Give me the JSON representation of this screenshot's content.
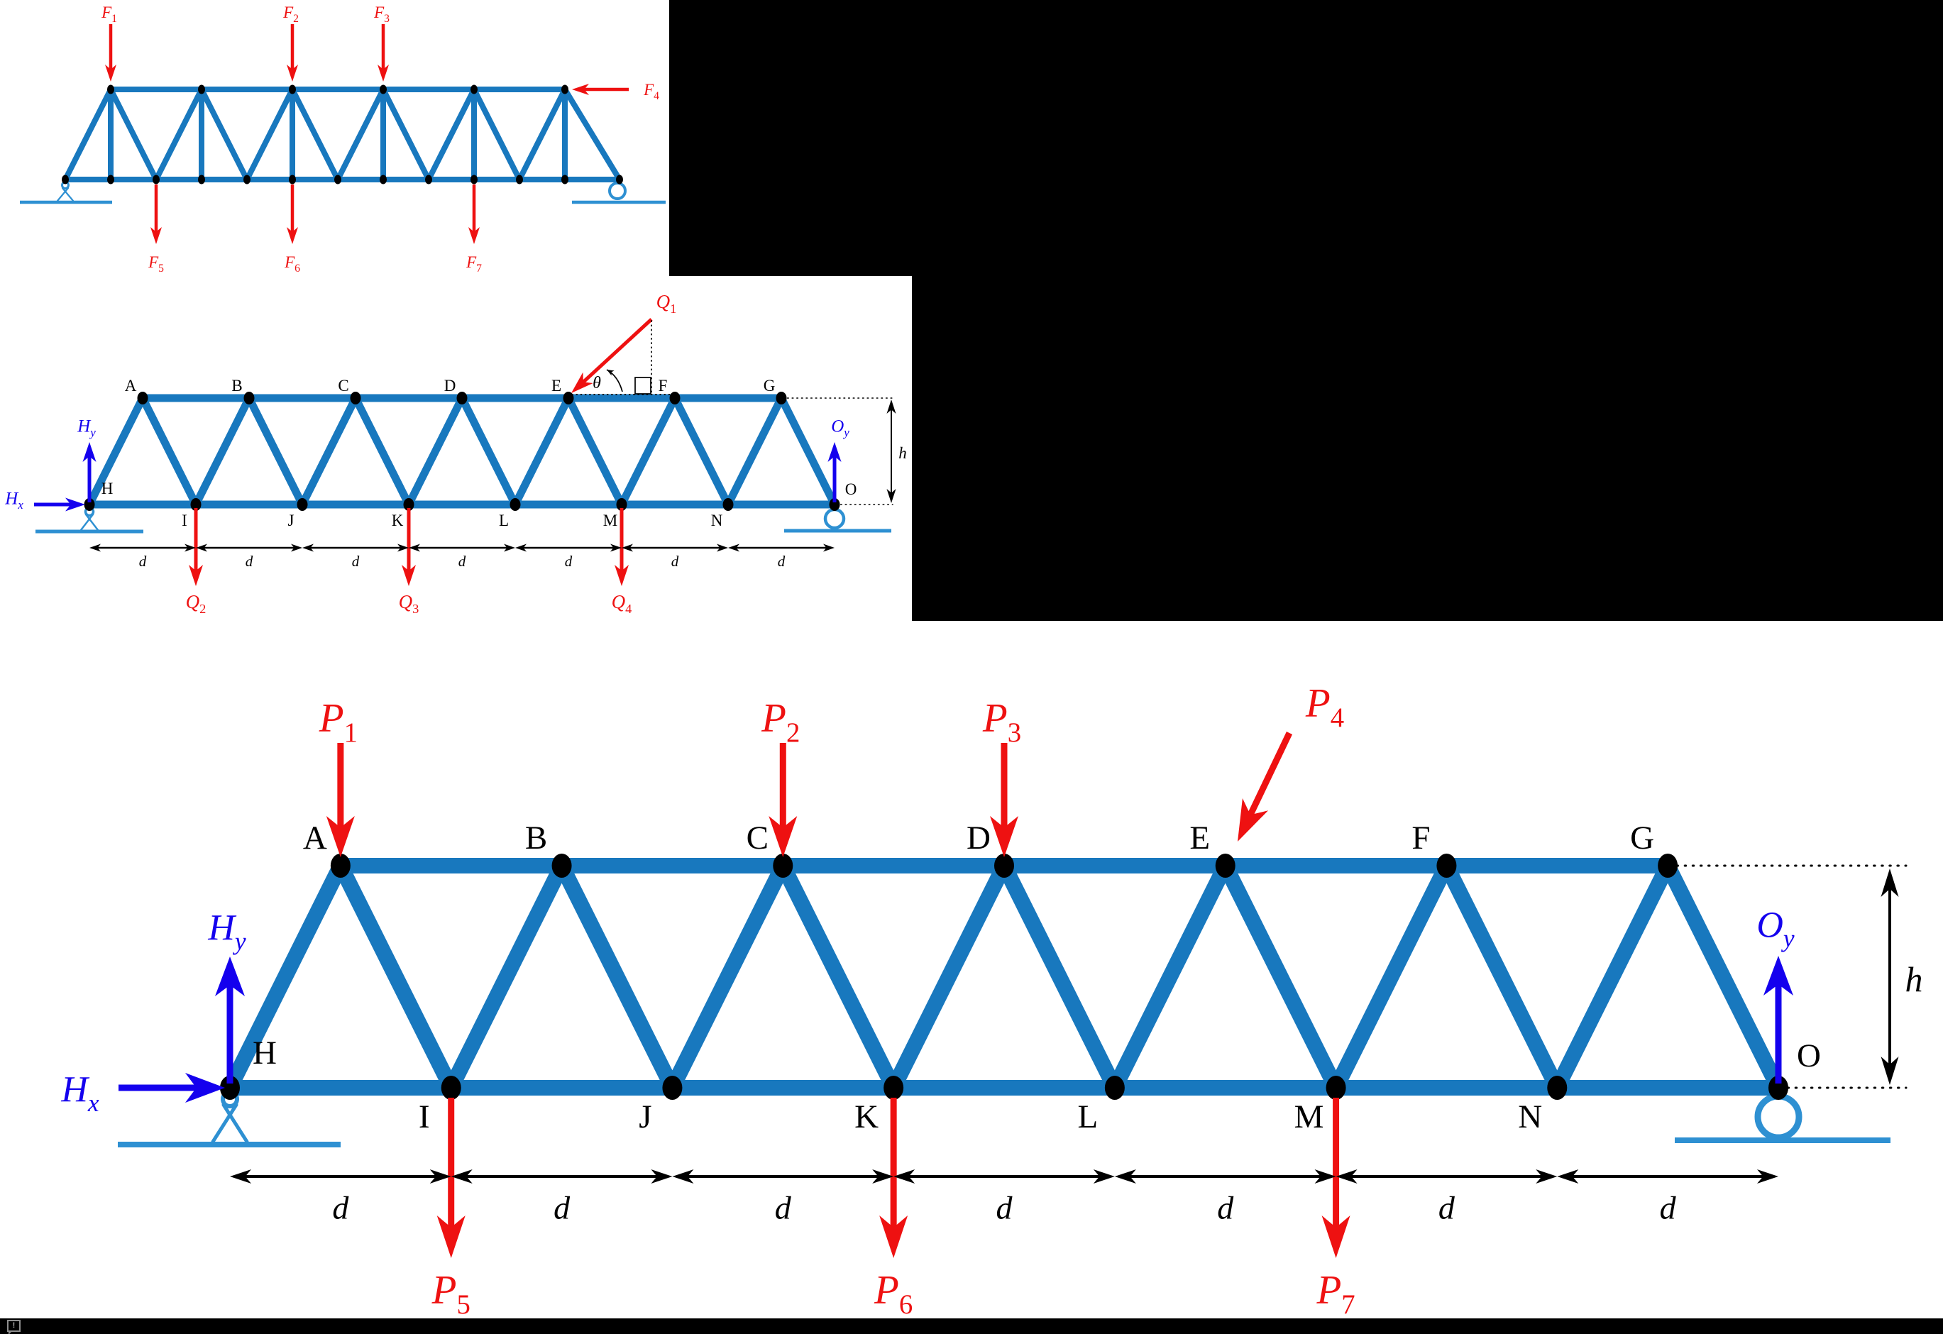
{
  "colors": {
    "truss": "#1878be",
    "support": "#2e90d2",
    "load": "#ee1111",
    "reaction": "#1400ee",
    "annotation": "#000000",
    "node_dot": "#000000",
    "paper": "#ffffff",
    "background": "#000000"
  },
  "figure1": {
    "name": "truss-with-F-loads",
    "top_loads": [
      {
        "base": "F",
        "sub": "1"
      },
      {
        "base": "F",
        "sub": "2"
      },
      {
        "base": "F",
        "sub": "3"
      }
    ],
    "left_load": {
      "base": "F",
      "sub": "4"
    },
    "bottom_loads": [
      {
        "base": "F",
        "sub": "5"
      },
      {
        "base": "F",
        "sub": "6"
      },
      {
        "base": "F",
        "sub": "7"
      }
    ]
  },
  "figure2": {
    "name": "truss-with-Q-loads",
    "top_labels": [
      "A",
      "B",
      "C",
      "D",
      "E",
      "F",
      "G"
    ],
    "bottom_labels": [
      "H",
      "I",
      "J",
      "K",
      "L",
      "M",
      "N",
      "O"
    ],
    "incline_load": {
      "base": "Q",
      "sub": "1",
      "at": "E"
    },
    "angle_label": "θ",
    "bottom_loads": [
      {
        "base": "Q",
        "sub": "2",
        "at": "I"
      },
      {
        "base": "Q",
        "sub": "3",
        "at": "K"
      },
      {
        "base": "Q",
        "sub": "4",
        "at": "M"
      }
    ],
    "reactions": {
      "hx": {
        "base": "H",
        "sub": "x"
      },
      "hy": {
        "base": "H",
        "sub": "y"
      },
      "oy": {
        "base": "O",
        "sub": "y"
      }
    },
    "dim_label": "d",
    "height_label": "h"
  },
  "figure3": {
    "name": "truss-with-P-loads",
    "top_labels": [
      "A",
      "B",
      "C",
      "D",
      "E",
      "F",
      "G"
    ],
    "bottom_labels": [
      "H",
      "I",
      "J",
      "K",
      "L",
      "M",
      "N",
      "O"
    ],
    "top_loads": [
      {
        "base": "P",
        "sub": "1",
        "at": "A"
      },
      {
        "base": "P",
        "sub": "2",
        "at": "C"
      },
      {
        "base": "P",
        "sub": "3",
        "at": "D"
      }
    ],
    "incline_load": {
      "base": "P",
      "sub": "4",
      "at": "E"
    },
    "bottom_loads": [
      {
        "base": "P",
        "sub": "5",
        "at": "I"
      },
      {
        "base": "P",
        "sub": "6",
        "at": "K"
      },
      {
        "base": "P",
        "sub": "7",
        "at": "M"
      }
    ],
    "reactions": {
      "hx": {
        "base": "H",
        "sub": "x"
      },
      "hy": {
        "base": "H",
        "sub": "y"
      },
      "oy": {
        "base": "O",
        "sub": "y"
      }
    },
    "dim_label": "d",
    "height_label": "h"
  },
  "status_bar": {
    "icon_glyph": "!"
  }
}
